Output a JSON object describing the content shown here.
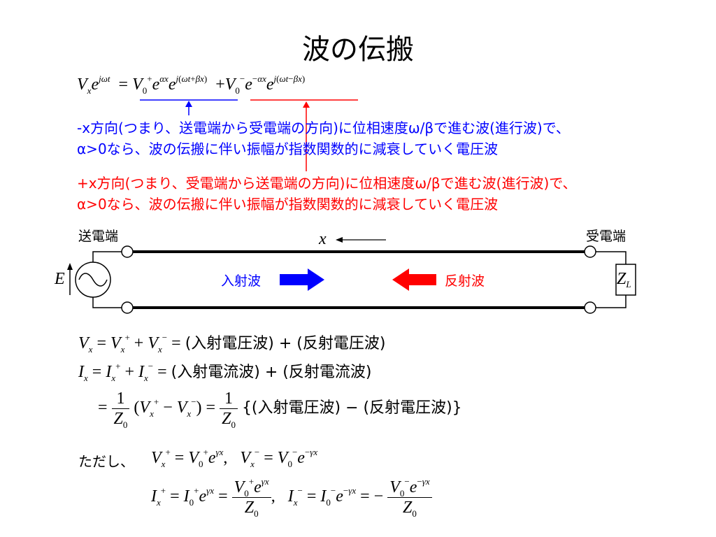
{
  "title": "波の伝搬",
  "main_equation": {
    "lhs": "V",
    "equals": "="
  },
  "blue_text": {
    "line1_prefix": "-x",
    "line1_rest": "方向(つまり、送電端から受電端の方向)に位相速度ω/βで進む波(進行波)で、",
    "line2_cond": "α>0",
    "line2_rest": "なら、波の伝搬に伴い振幅が指数関数的に減衰していく電圧波"
  },
  "red_text": {
    "line1_prefix": "+x",
    "line1_rest": "方向(つまり、受電端から送電端の方向)に位相速度ω/βで進む波(進行波)で、",
    "line2_cond": "α>0",
    "line2_rest": "なら、波の伝搬に伴い振幅が指数関数的に減衰していく電圧波"
  },
  "circuit": {
    "send_label": "送電端",
    "recv_label": "受電端",
    "x_label": "x",
    "source_label": "E",
    "load_label": "Z",
    "load_sub": "L",
    "incident_label": "入射波",
    "reflected_label": "反射波",
    "colors": {
      "incident": "#0000ff",
      "reflected": "#ff0000"
    }
  },
  "equations": {
    "voltage_rhs": "(入射電圧波) + (反射電圧波)",
    "current_rhs": "(入射電流波) + (反射電流波)",
    "current_rhs2": "{(入射電圧波) − (反射電圧波)}"
  },
  "tadashi": "ただし、"
}
